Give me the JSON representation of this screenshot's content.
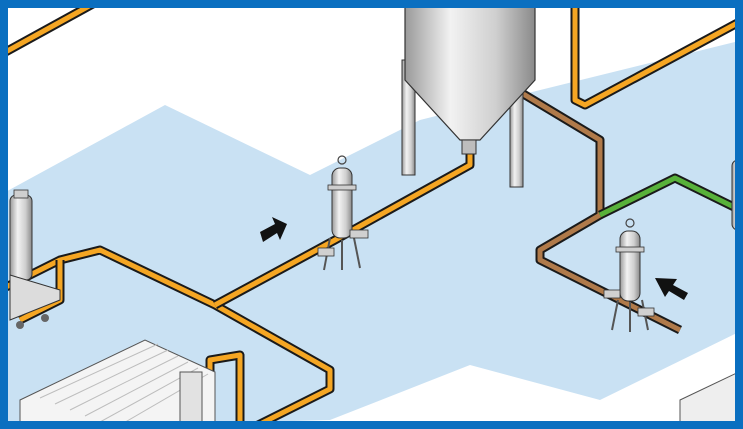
{
  "colors": {
    "frame": "#0a6fc0",
    "floor": "#c9e1f3",
    "pipe_orange": "#f5a623",
    "pipe_brown": "#b07a4a",
    "pipe_green": "#58b13a",
    "outline": "#1a1a1a",
    "steel": "#d8d8d8",
    "steel_dark": "#a6a6a6"
  },
  "diagram": {
    "components": [
      {
        "name": "storage-tank",
        "kind": "vessel"
      },
      {
        "name": "bag-filter-housing-center",
        "kind": "filter"
      },
      {
        "name": "bag-filter-housing-right",
        "kind": "filter"
      },
      {
        "name": "filter-press",
        "kind": "press"
      },
      {
        "name": "mobile-filter-cart",
        "kind": "cart"
      }
    ],
    "flow_arrows": [
      {
        "name": "flow-arrow-center",
        "icon": "arrow-right-icon"
      },
      {
        "name": "flow-arrow-right",
        "icon": "arrow-up-left-icon"
      }
    ]
  }
}
